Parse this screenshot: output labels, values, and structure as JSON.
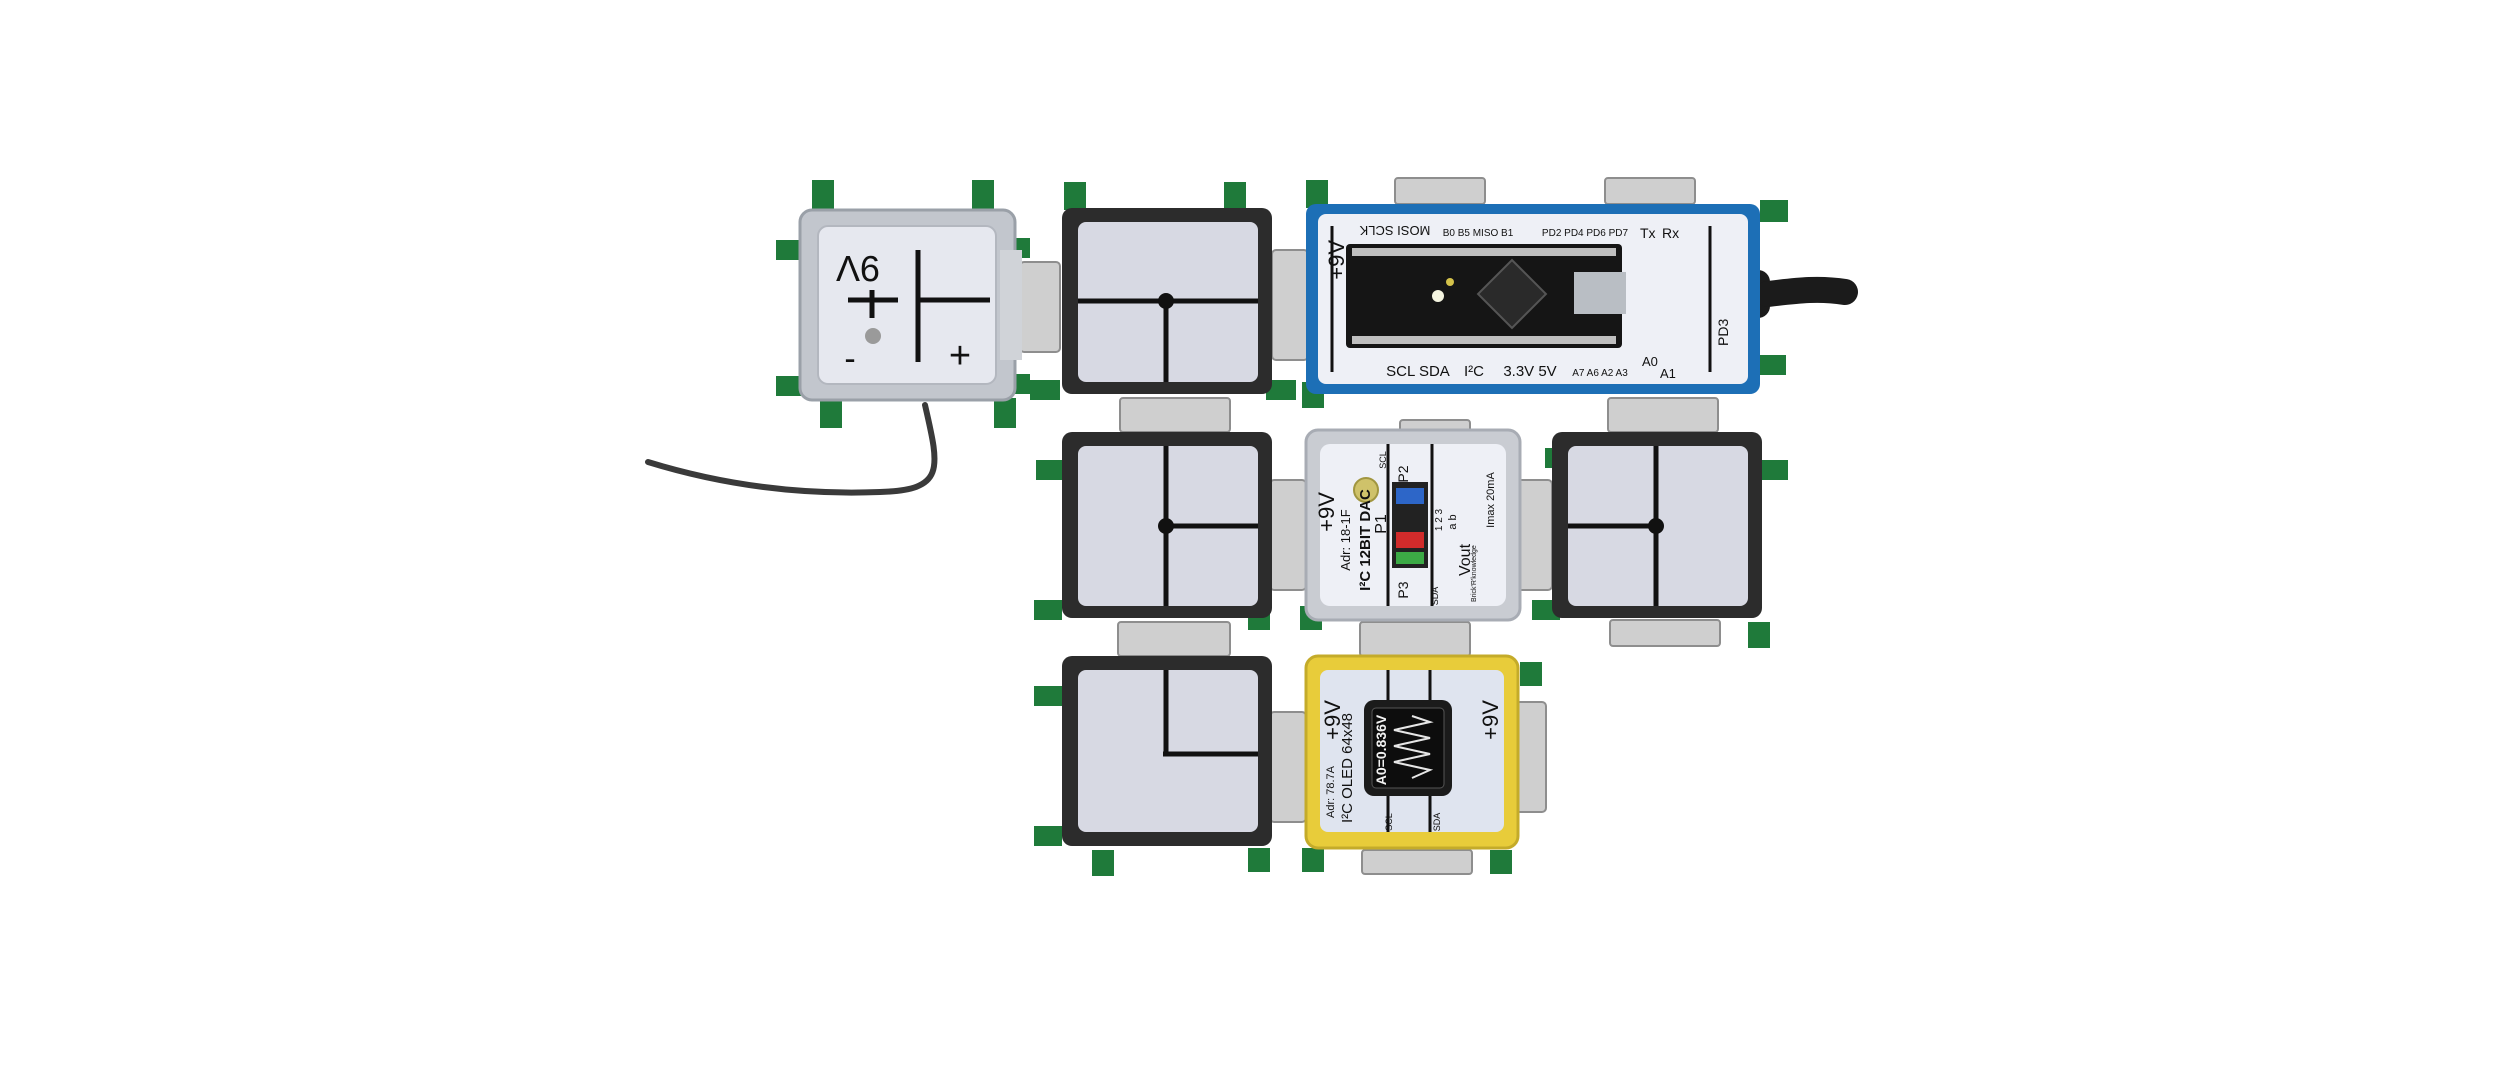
{
  "colors": {
    "pcb_green": "#1f7a3a",
    "brick_dark": "#2c2c2c",
    "tile_gray": "#d7d9e3",
    "arduino_blue": "#1d6fb6",
    "oled_yellow": "#e8cc3a",
    "board_light": "#eef0f6"
  },
  "battery": {
    "voltage": "9V",
    "minus": "-",
    "plus": "+"
  },
  "arduino": {
    "power": "+9V",
    "top_pins": "MOSI SCLK",
    "b_pins": "B0 B5 MISO B1",
    "d_pins": "PD2 PD4 PD6 PD7",
    "tx": "Tx",
    "rx": "Rx",
    "side_pin": "PD3",
    "bus": "SCL SDA",
    "i2c": "I²C",
    "supply": "3.3V 5V",
    "analog": "A7 A6 A2 A3",
    "a0": "A0",
    "a1": "A1"
  },
  "dac": {
    "power": "+9V",
    "address": "Adr: 18-1F",
    "name": "I²C 12BIT DAC",
    "p1": "P1",
    "p2": "P2",
    "p3": "P3",
    "pin_nums": "1 2 3",
    "vout": "Vout",
    "imax": "Imax 20mA",
    "ab": "a b",
    "scl": "SCL",
    "sda": "SDA",
    "brand": "Brick'R'knowledge"
  },
  "oled": {
    "power_left": "+9V",
    "power_right": "+9V",
    "address": "Adr: 78.7A",
    "name": "I²C OLED 64x48",
    "screen": "A0=0.836V",
    "scl": "SCL",
    "sda": "SDA"
  }
}
